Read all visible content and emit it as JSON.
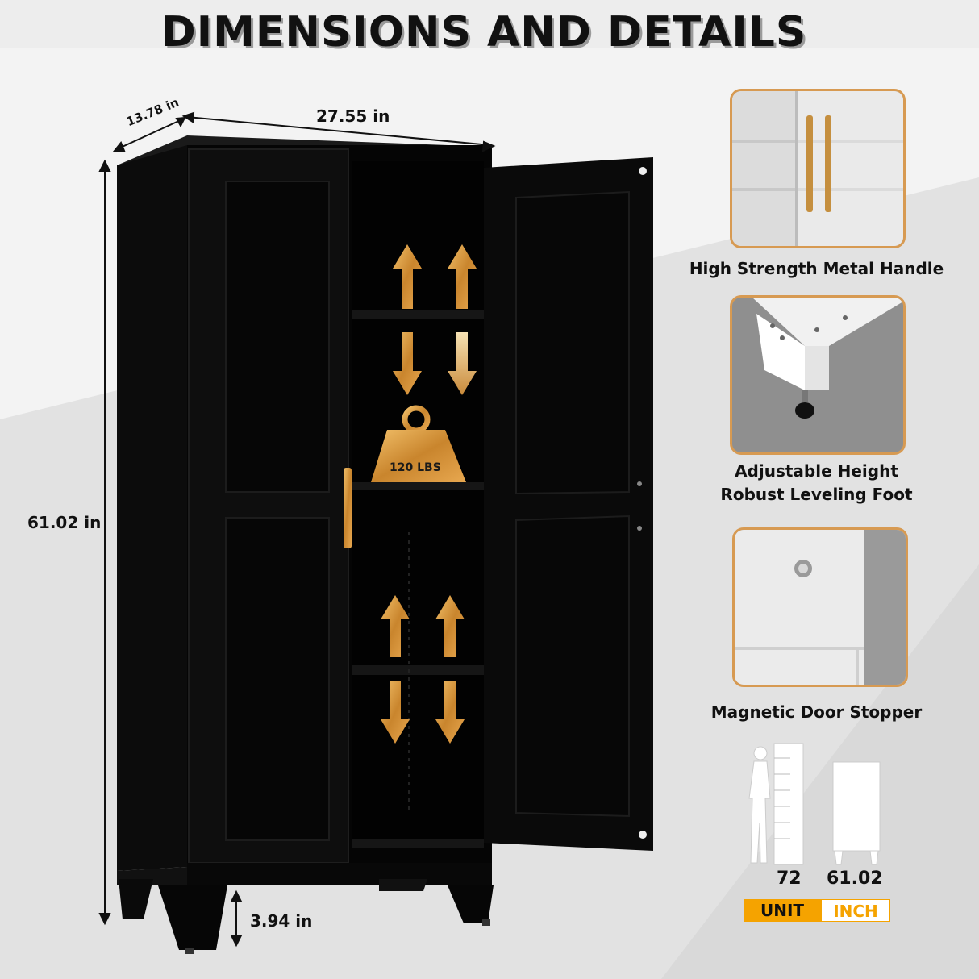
{
  "header": {
    "title": "DIMENSIONS AND DETAILS"
  },
  "dimensions": {
    "depth": "13.78 in",
    "width": "27.55 in",
    "height": "61.02 in",
    "leg_height": "3.94 in"
  },
  "shelf": {
    "load_label": "120 LBS"
  },
  "features": [
    {
      "caption": "High Strength Metal Handle"
    },
    {
      "caption_line1": "Adjustable Height",
      "caption_line2": "Robust Leveling Foot"
    },
    {
      "caption": "Magnetic Door Stopper"
    }
  ],
  "scale": {
    "person_value": "72",
    "cabinet_value": "61.02",
    "unit_label": "UNIT",
    "inch_label": "INCH"
  },
  "colors": {
    "accent_gold": "#d8963a",
    "cabinet_black": "#0a0a0a",
    "background": "#ededed"
  }
}
